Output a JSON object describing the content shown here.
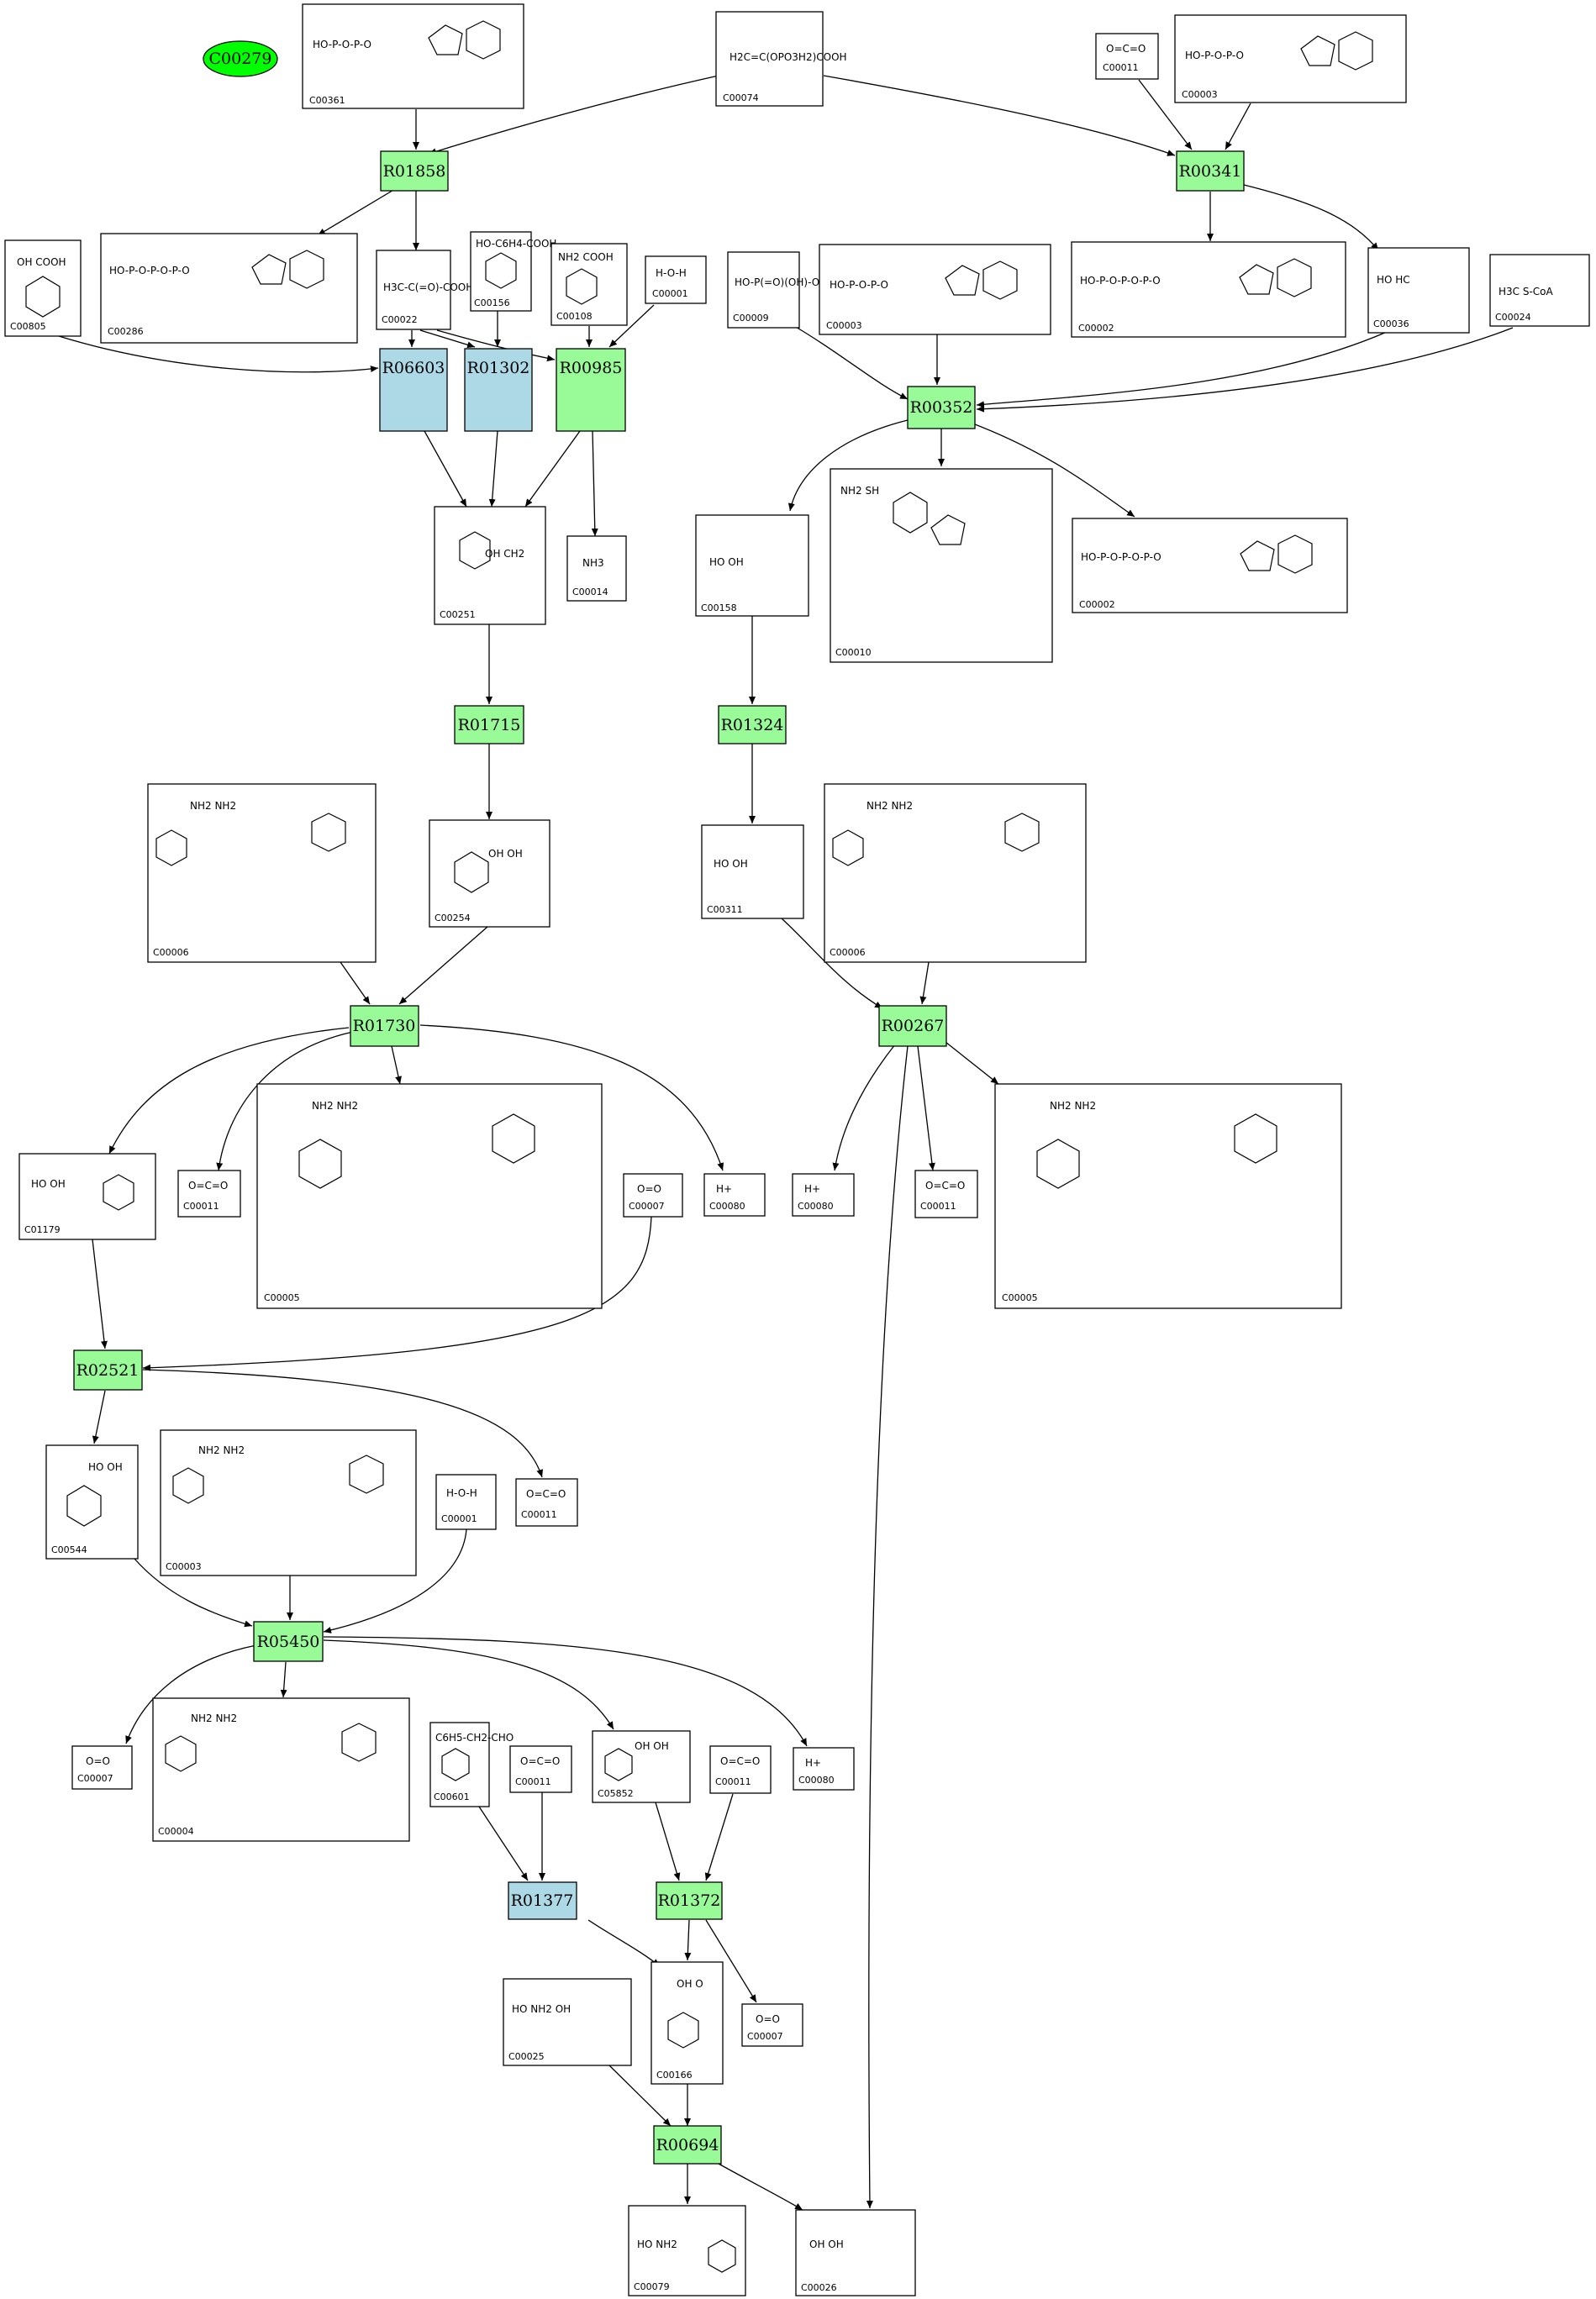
{
  "compounds": [
    {
      "id": "C00361",
      "formula": "HO-P-O-P-O"
    },
    {
      "id": "C00074",
      "formula": "H2C=C(OPO3H2)COOH"
    },
    {
      "id": "C00011",
      "formula": "O=C=O"
    },
    {
      "id": "C00003",
      "formula": "HO-P-O-P-O"
    },
    {
      "id": "C00805",
      "formula": "OH COOH"
    },
    {
      "id": "C00286",
      "formula": "HO-P-O-P-O-P-O"
    },
    {
      "id": "C00022",
      "formula": "H3C-C(=O)-COOH"
    },
    {
      "id": "C00156",
      "formula": "HO-C6H4-COOH"
    },
    {
      "id": "C00108",
      "formula": "NH2 COOH"
    },
    {
      "id": "C00001",
      "formula": "H-O-H"
    },
    {
      "id": "C00009",
      "formula": "HO-P(=O)(OH)-OH"
    },
    {
      "id": "C00003",
      "formula": "HO-P-O-P-O"
    },
    {
      "id": "C00002",
      "formula": "HO-P-O-P-O-P-O"
    },
    {
      "id": "C00036",
      "formula": "HO HC"
    },
    {
      "id": "C00024",
      "formula": "H3C S-CoA"
    },
    {
      "id": "C00251",
      "formula": "OH CH2"
    },
    {
      "id": "C00014",
      "formula": "NH3"
    },
    {
      "id": "C00158",
      "formula": "HO OH"
    },
    {
      "id": "C00010",
      "formula": "NH2 SH"
    },
    {
      "id": "C00002",
      "formula": "HO-P-O-P-O-P-O"
    },
    {
      "id": "C00006",
      "formula": "NH2 NH2"
    },
    {
      "id": "C00254",
      "formula": "OH OH"
    },
    {
      "id": "C00311",
      "formula": "HO OH"
    },
    {
      "id": "C00006",
      "formula": "NH2 NH2"
    },
    {
      "id": "C01179",
      "formula": "HO OH"
    },
    {
      "id": "C00011",
      "formula": "O=C=O"
    },
    {
      "id": "C00005",
      "formula": "NH2 NH2"
    },
    {
      "id": "C00007",
      "formula": "O=O"
    },
    {
      "id": "C00080",
      "formula": "H+"
    },
    {
      "id": "C00080",
      "formula": "H+"
    },
    {
      "id": "C00011",
      "formula": "O=C=O"
    },
    {
      "id": "C00005",
      "formula": "NH2 NH2"
    },
    {
      "id": "C00544",
      "formula": "HO OH"
    },
    {
      "id": "C00003",
      "formula": "NH2 NH2"
    },
    {
      "id": "C00001",
      "formula": "H-O-H"
    },
    {
      "id": "C00011",
      "formula": "O=C=O"
    },
    {
      "id": "C00007",
      "formula": "O=O"
    },
    {
      "id": "C00004",
      "formula": "NH2 NH2"
    },
    {
      "id": "C00601",
      "formula": "C6H5-CH2-CHO"
    },
    {
      "id": "C00011",
      "formula": "O=C=O"
    },
    {
      "id": "C05852",
      "formula": "OH OH"
    },
    {
      "id": "C00011",
      "formula": "O=C=O"
    },
    {
      "id": "C00080",
      "formula": "H+"
    },
    {
      "id": "C00025",
      "formula": "HO NH2 OH"
    },
    {
      "id": "C00166",
      "formula": "OH O"
    },
    {
      "id": "C00007",
      "formula": "O=O"
    },
    {
      "id": "C00079",
      "formula": "HO NH2"
    },
    {
      "id": "C00026",
      "formula": "OH OH"
    }
  ],
  "reactions": [
    {
      "id": "R01858",
      "color": "#98fb98"
    },
    {
      "id": "R00341",
      "color": "#98fb98"
    },
    {
      "id": "R06603",
      "color": "#add8e6"
    },
    {
      "id": "R01302",
      "color": "#add8e6"
    },
    {
      "id": "R00985",
      "color": "#98fb98"
    },
    {
      "id": "R00352",
      "color": "#98fb98"
    },
    {
      "id": "R01715",
      "color": "#98fb98"
    },
    {
      "id": "R01324",
      "color": "#98fb98"
    },
    {
      "id": "R01730",
      "color": "#98fb98"
    },
    {
      "id": "R00267",
      "color": "#98fb98"
    },
    {
      "id": "R02521",
      "color": "#98fb98"
    },
    {
      "id": "R05450",
      "color": "#98fb98"
    },
    {
      "id": "R01377",
      "color": "#add8e6"
    },
    {
      "id": "R01372",
      "color": "#98fb98"
    },
    {
      "id": "R00694",
      "color": "#98fb98"
    }
  ],
  "highlight": {
    "id": "C00279",
    "color": "#00ff00"
  }
}
